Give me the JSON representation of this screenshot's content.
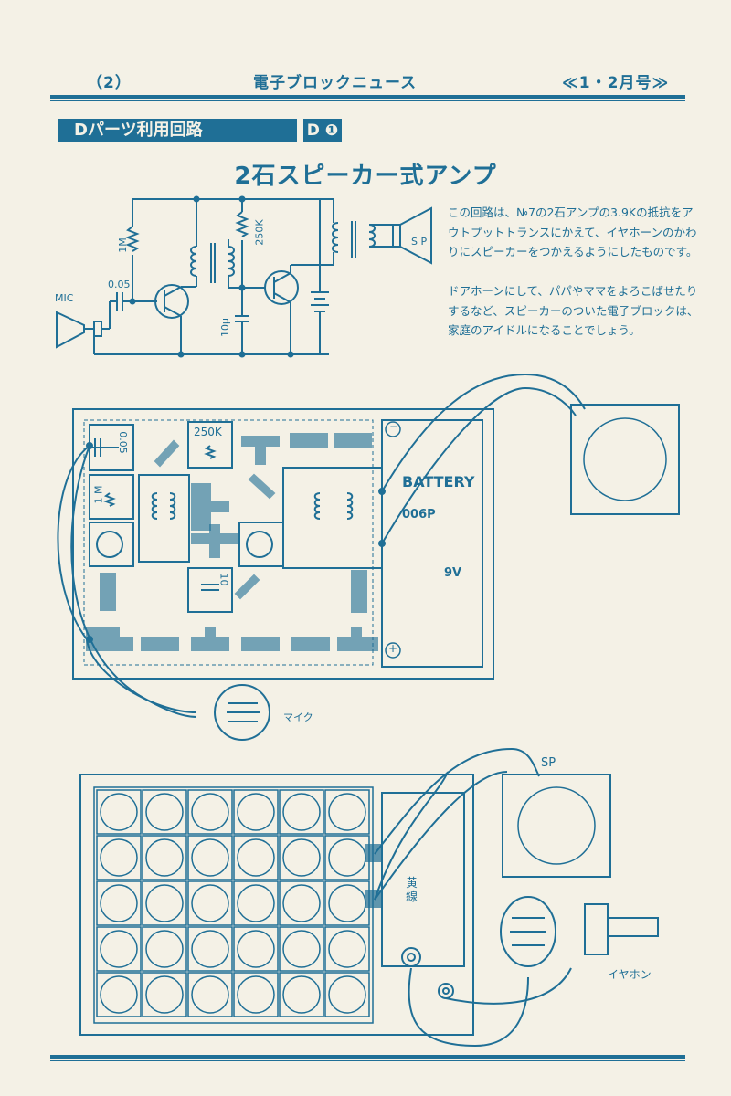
{
  "header": {
    "page_number": "（2）",
    "publication": "電子ブロックニュース",
    "issue": "≪1・2月号≫"
  },
  "section": {
    "tag": "Dパーツ利用回路",
    "code": "D ❶"
  },
  "title": "2石スピーカー式アンプ",
  "description": {
    "paragraph1": "この回路は、№7の2石アンプの3.9Kの抵抗をアウトプットトランスにかえて、イヤホーンのかわりにスピーカーをつかえるようにしたものです。",
    "paragraph2": "ドアホーンにして、パパやママをよろこばせたりするなど、スピーカーのついた電子ブロックは、家庭のアイドルになることでしょう。"
  },
  "schematic_labels": {
    "mic": "MIC",
    "r1": "1M",
    "c1": "0.05",
    "vr": "250K",
    "c2": "10μ",
    "sp": "S P"
  },
  "wiring_diagram_labels": {
    "cap": "0.05",
    "vr": "250K",
    "res": "1 M",
    "cap10": "10",
    "battery": "BATTERY",
    "battery_model": "006P",
    "voltage": "9V",
    "minus": "−",
    "plus": "+",
    "mic": "マイク"
  },
  "block_diagram_labels": {
    "speaker": "SP",
    "yellow_wire": "黄線",
    "earphone": "イヤホン"
  },
  "colors": {
    "ink": "#1f6f96",
    "paper": "#f4f1e6"
  }
}
